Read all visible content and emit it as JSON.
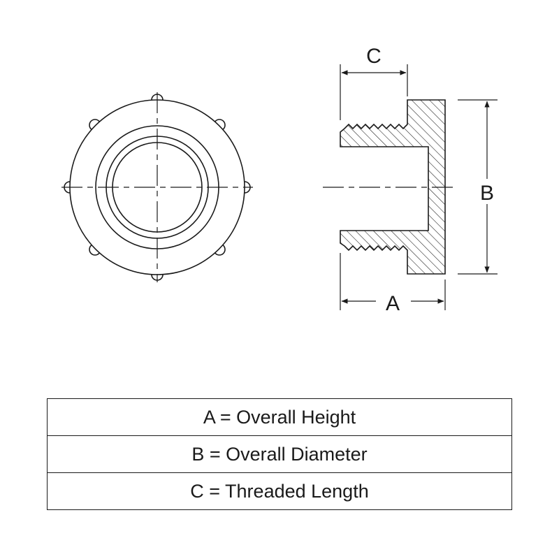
{
  "dimension_labels": {
    "a": "A",
    "b": "B",
    "c": "C"
  },
  "legend": [
    {
      "text": "A = Overall Height"
    },
    {
      "text": "B = Overall Diameter"
    },
    {
      "text": "C = Threaded Length"
    }
  ],
  "colors": {
    "ink": "#1a1a1a",
    "background": "#ffffff"
  }
}
